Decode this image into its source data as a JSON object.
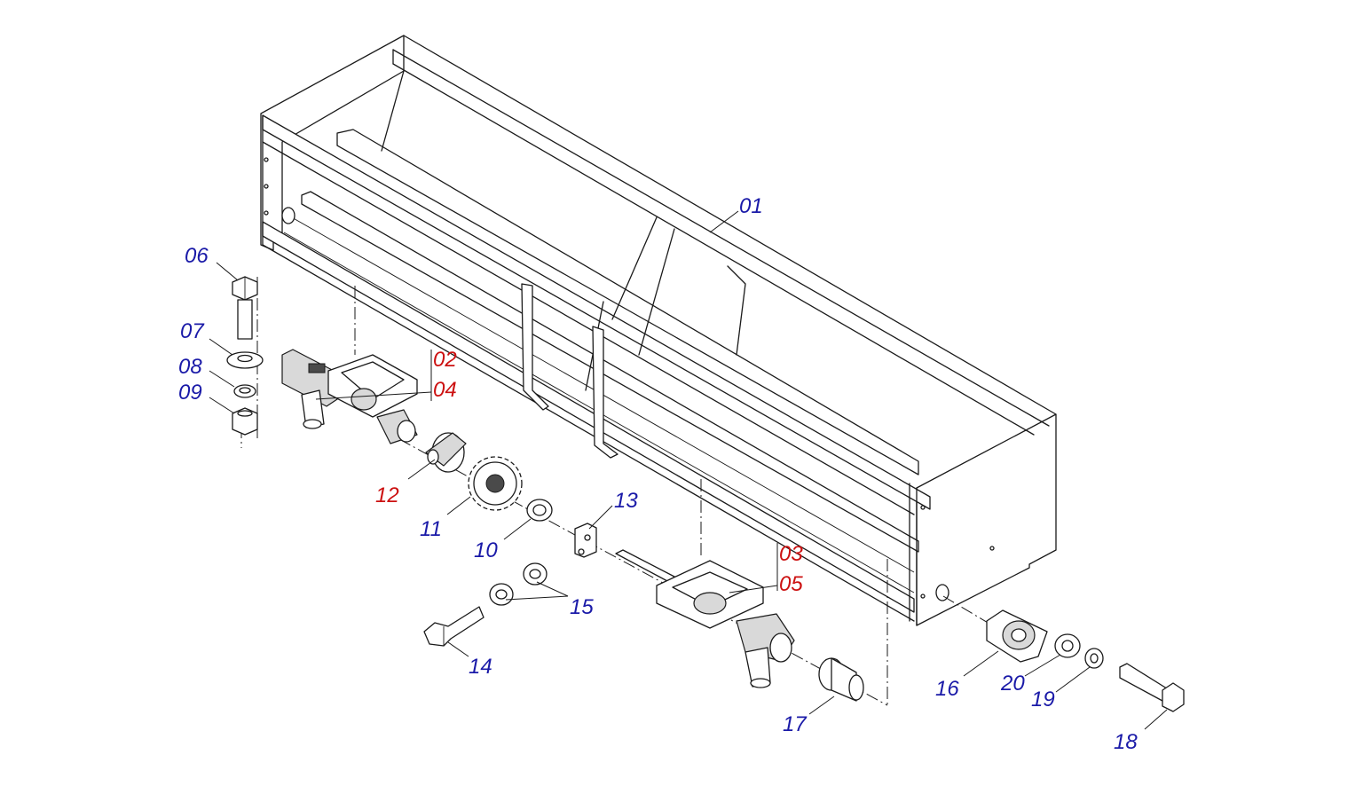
{
  "colors": {
    "blue_label": "#1a1aa8",
    "red_label": "#cc1111",
    "line": "#1a1a1a"
  },
  "labels": {
    "p01": "01",
    "p02": "02",
    "p03": "03",
    "p04": "04",
    "p05": "05",
    "p06": "06",
    "p07": "07",
    "p08": "08",
    "p09": "09",
    "p10": "10",
    "p11": "11",
    "p12": "12",
    "p13": "13",
    "p14": "14",
    "p15": "15",
    "p16": "16",
    "p17": "17",
    "p18": "18",
    "p19": "19",
    "p20": "20"
  }
}
